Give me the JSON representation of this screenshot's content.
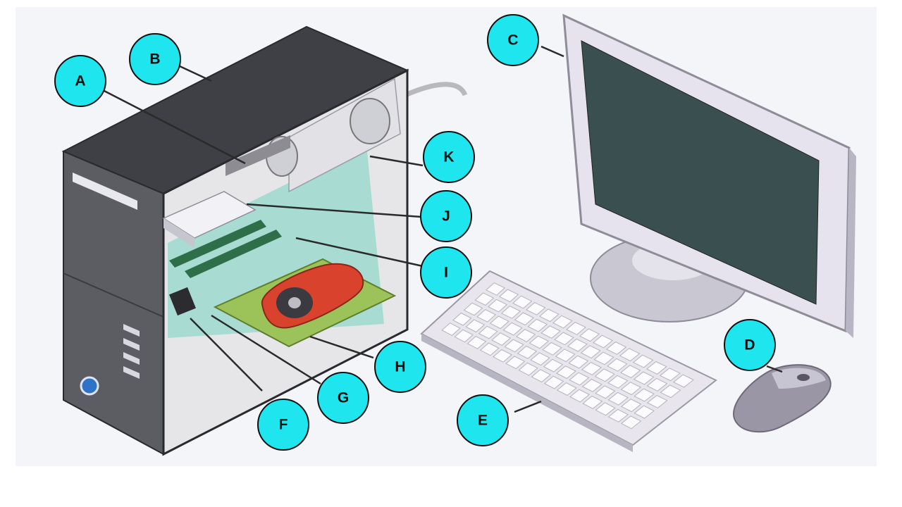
{
  "colors": {
    "callout_fill": "#1fe6ee",
    "callout_stroke": "#111111",
    "leader_line": "#2a2a2a",
    "case_body": "#5b5d62",
    "case_top": "#3f4045",
    "motherboard": "#a8dcd2",
    "monitor_frame": "#e6e3ee",
    "screen": "#3a4f4f",
    "keyboard": "#e8e6ec",
    "mouse": "#9a96a6",
    "gpu": "#d9432e",
    "power_button": "#2f73c9"
  },
  "labels": {
    "a": "A",
    "b": "B",
    "c": "C",
    "d": "D",
    "e": "E",
    "f": "F",
    "g": "G",
    "h": "H",
    "i": "I",
    "j": "J",
    "k": "K"
  }
}
